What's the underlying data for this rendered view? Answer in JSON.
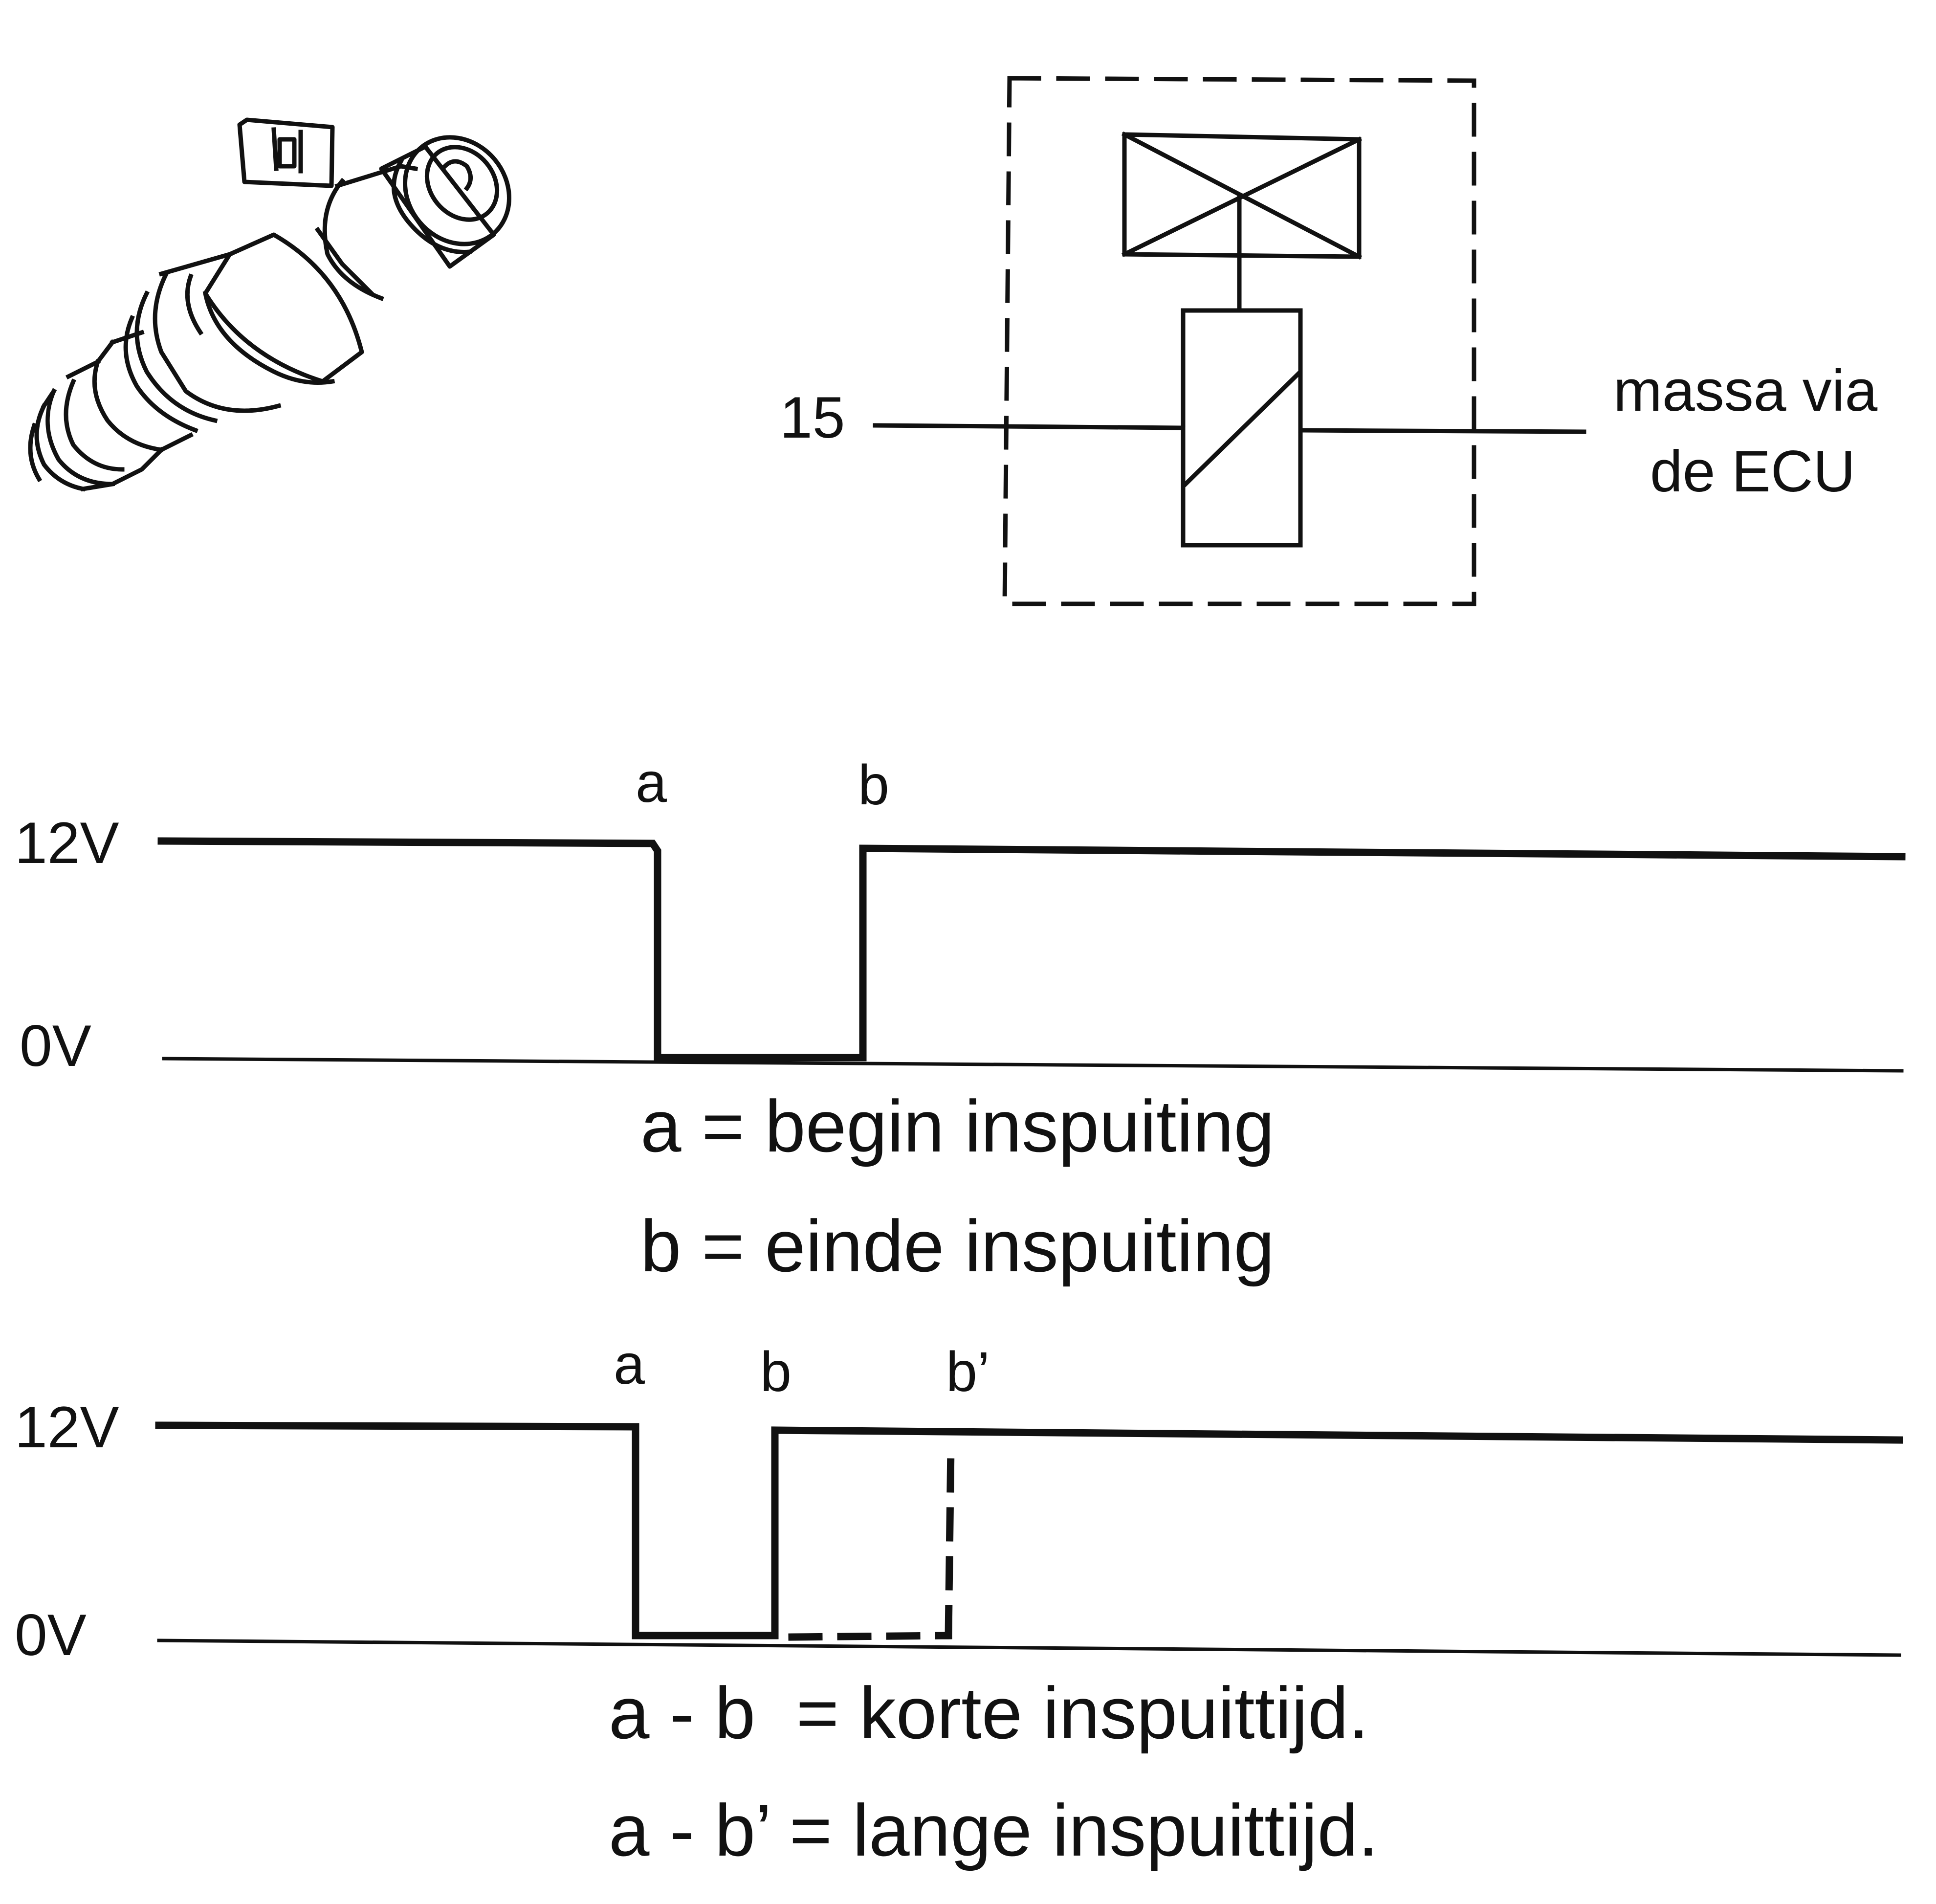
{
  "schematic": {
    "terminal_label": "15",
    "ground_label_line1": "massa via",
    "ground_label_line2": "de ECU"
  },
  "chart1": {
    "label_12v": "12V",
    "label_0v": "0V",
    "marker_a": "a",
    "marker_b": "b",
    "legend_a": "a = begin inspuiting",
    "legend_b": "b = einde inspuiting"
  },
  "chart2": {
    "label_12v": "12V",
    "label_0v": "0V",
    "marker_a": "a",
    "marker_b": "b",
    "marker_b_prime": "b’",
    "legend_short": "a - b  = korte inspuittijd.",
    "legend_long": "a - b’ = lange inspuittijd."
  },
  "colors": {
    "ink": "#111111",
    "background": "#ffffff"
  }
}
